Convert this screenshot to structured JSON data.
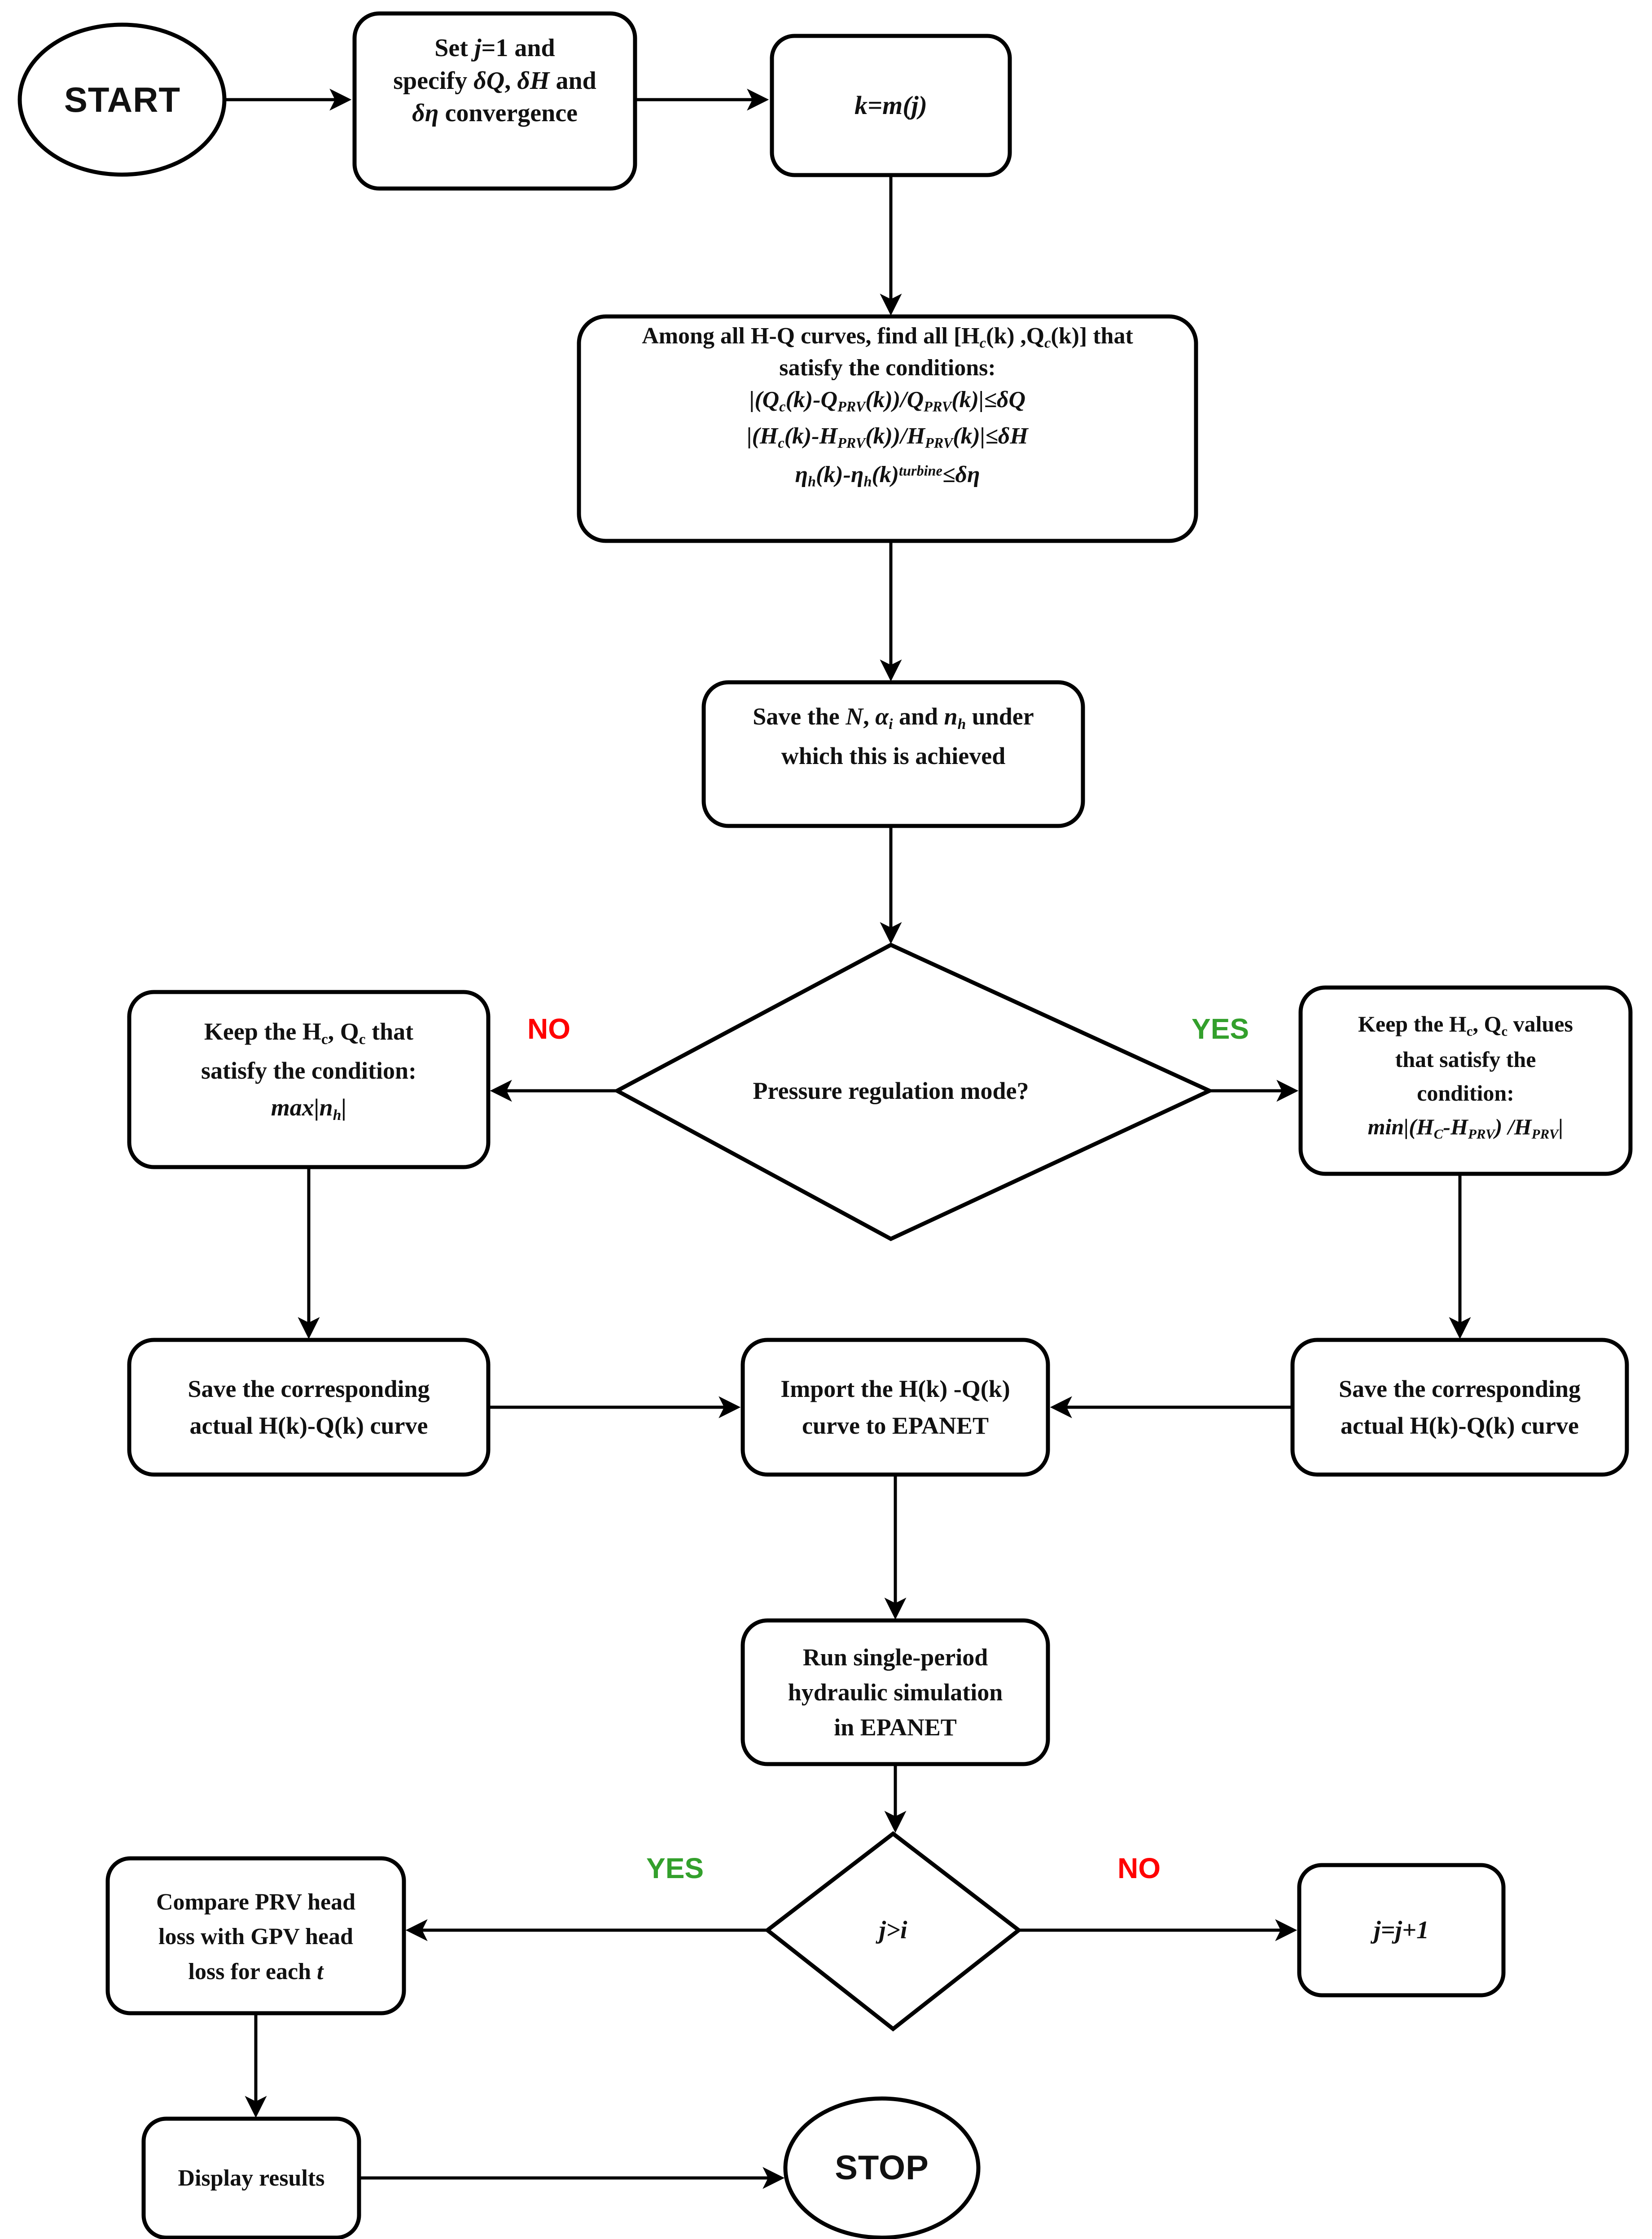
{
  "diagram": {
    "title": "Flowchart of the GPV-based turbine selection and hydraulic simulation procedure",
    "colors": {
      "stroke": "#000000",
      "fill": "#ffffff",
      "yes": "#33a02c",
      "no": "#ff0000",
      "text": "#111111"
    }
  },
  "nodes": {
    "start": {
      "label": "START",
      "shape": "ellipse"
    },
    "init": {
      "shape": "rounded-rect",
      "lines": [
        "Set j=1 and",
        "specify δQ, δH and",
        "δη convergence"
      ]
    },
    "k_assign": {
      "shape": "rounded-rect",
      "label": "k=m(j)"
    },
    "find_curves": {
      "shape": "rounded-rect",
      "lines": [
        "Among all H-Q curves, find all [H_c(k) ,Q_c(k)] that",
        "satisfy the conditions:",
        "|(Q_c(k)-Q_PRV(k))/Q_PRV(k)|≤δQ",
        "|(H_c(k)-H_PRV(k))/H_PRV(k)|≤δH",
        "η_h(k)-η_h(k)^turbine≤δη"
      ]
    },
    "save_params": {
      "shape": "rounded-rect",
      "lines": [
        "Save the N, α_i and n_h under",
        "which this is achieved"
      ]
    },
    "decision_mode": {
      "shape": "diamond",
      "label": "Pressure regulation mode?"
    },
    "keep_left": {
      "shape": "rounded-rect",
      "lines": [
        "Keep the H_c, Q_c that",
        "satisfy the condition:",
        "max|n_h|"
      ]
    },
    "keep_right": {
      "shape": "rounded-rect",
      "lines": [
        "Keep the H_c, Q_c values",
        "that satisfy the",
        "condition:",
        "min|(H_C-H_PRV) /H_PRV|"
      ]
    },
    "save_curve_left": {
      "shape": "rounded-rect",
      "lines": [
        "Save the corresponding",
        "actual H(k)-Q(k) curve"
      ]
    },
    "save_curve_right": {
      "shape": "rounded-rect",
      "lines": [
        "Save the corresponding",
        "actual H(k)-Q(k) curve"
      ]
    },
    "import_epanet": {
      "shape": "rounded-rect",
      "lines": [
        "Import the H(k) -Q(k)",
        "curve to EPANET"
      ]
    },
    "run_sim": {
      "shape": "rounded-rect",
      "lines": [
        "Run single-period",
        "hydraulic simulation",
        "in EPANET"
      ]
    },
    "decision_loop": {
      "shape": "diamond",
      "label": "j>i"
    },
    "increment": {
      "shape": "rounded-rect",
      "label": "j=j+1"
    },
    "compare": {
      "shape": "rounded-rect",
      "lines": [
        "Compare PRV head",
        "loss with GPV head",
        "loss for each t"
      ]
    },
    "display": {
      "shape": "rounded-rect",
      "label": "Display results"
    },
    "stop": {
      "label": "STOP",
      "shape": "ellipse"
    }
  },
  "branch_labels": {
    "mode_no": "NO",
    "mode_yes": "YES",
    "loop_yes": "YES",
    "loop_no": "NO"
  }
}
